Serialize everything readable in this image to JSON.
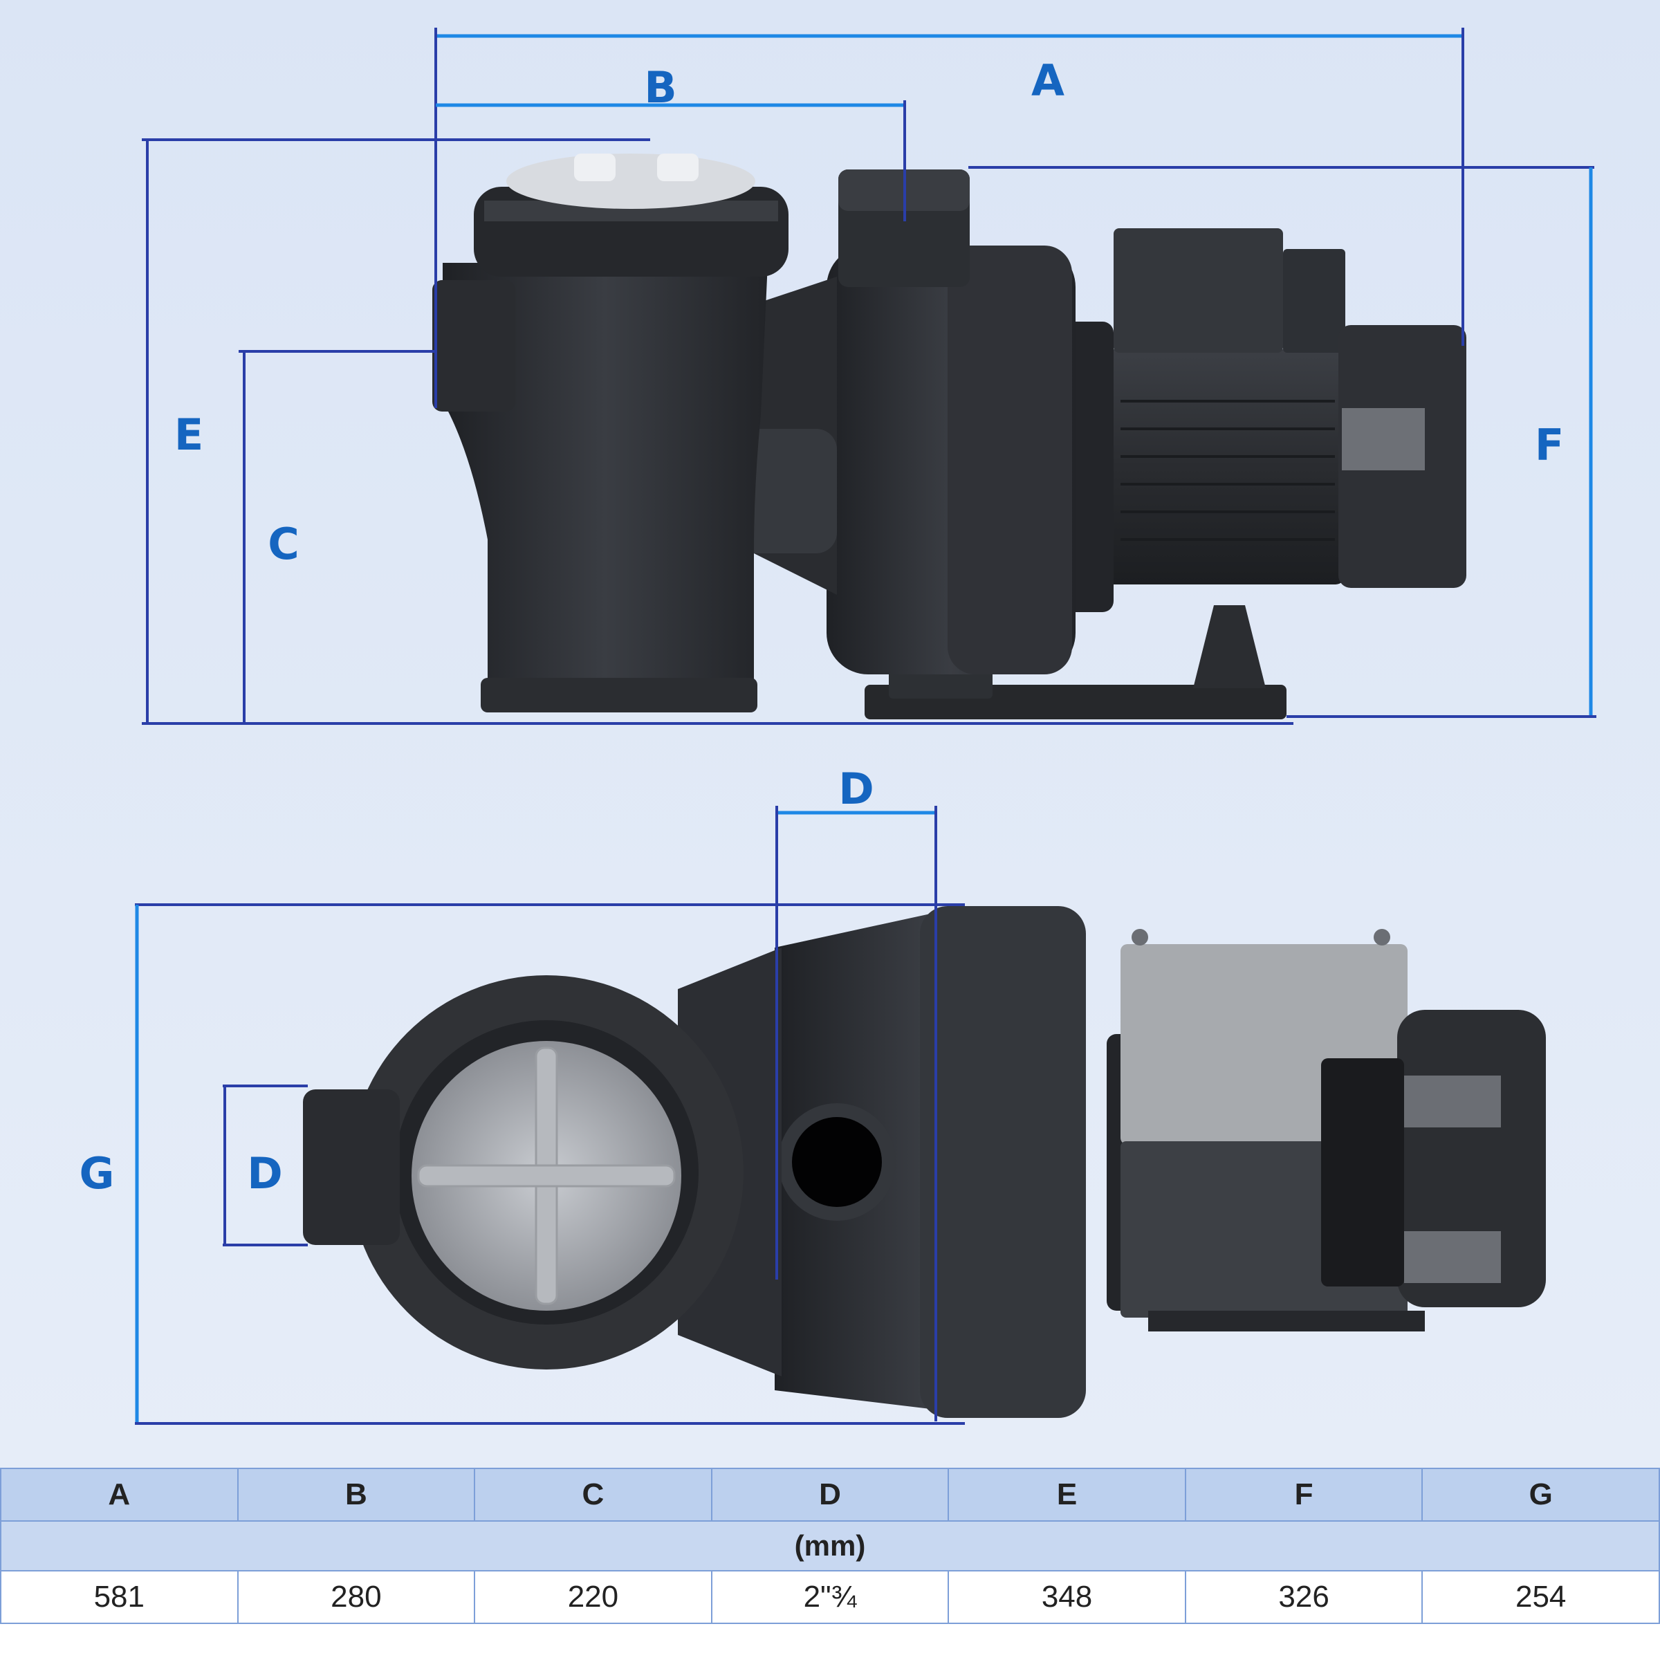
{
  "diagram": {
    "side_view_labels": {
      "a": "A",
      "b": "B",
      "c": "C",
      "e": "E",
      "f": "F"
    },
    "top_view_labels": {
      "d_top": "D",
      "d_side": "D",
      "g": "G"
    },
    "colors": {
      "background": "#dde6f5",
      "dimension_line": "#2a3ea8",
      "dimension_line_bright": "#1e88e5",
      "label": "#1565c0",
      "pump_body": "#2b2d31"
    },
    "icons": [
      "pump-side-view",
      "pump-top-view"
    ]
  },
  "table": {
    "headers": [
      "A",
      "B",
      "C",
      "D",
      "E",
      "F",
      "G"
    ],
    "unit": "(mm)",
    "values": [
      "581",
      "280",
      "220",
      "2\"¾",
      "348",
      "326",
      "254"
    ]
  }
}
